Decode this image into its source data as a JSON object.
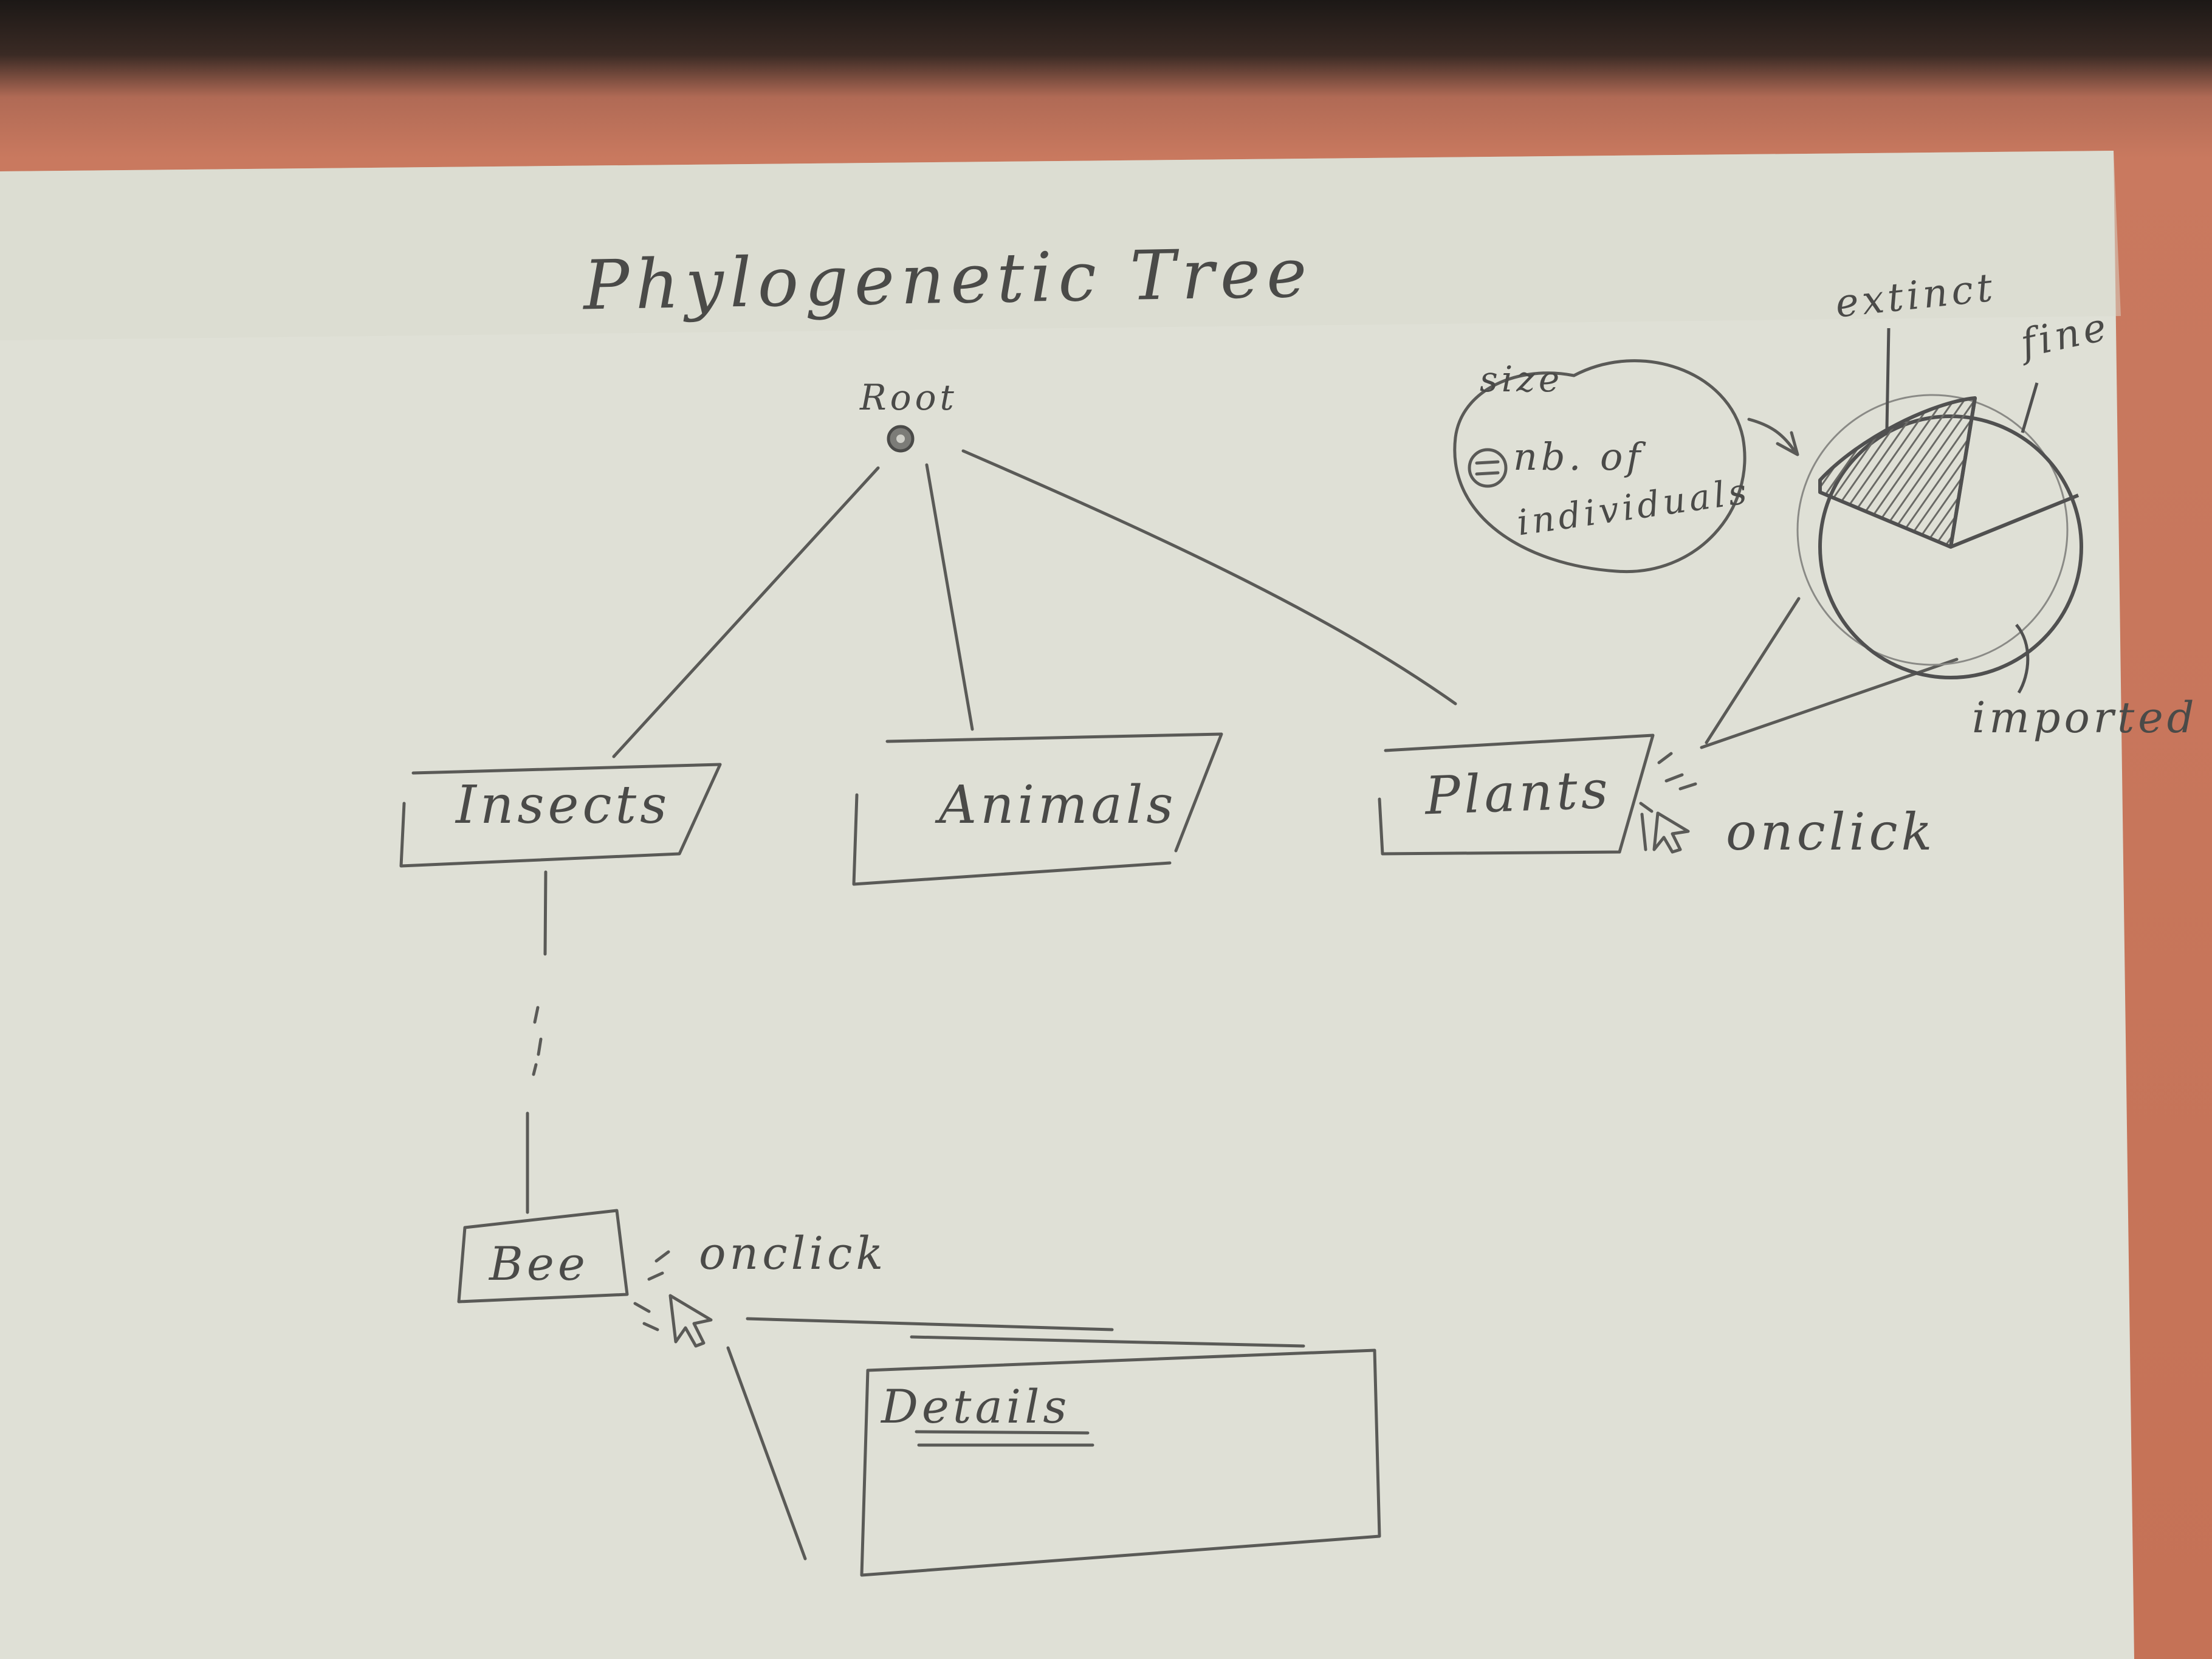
{
  "title": "Phylogenetic Tree",
  "tree": {
    "root_label": "Root",
    "branches": [
      "Insects",
      "Animals",
      "Plants"
    ],
    "leaf_label": "Bee"
  },
  "interactions": {
    "onclick_plants": "onclick",
    "onclick_bee": "onclick"
  },
  "details_panel": {
    "title": "Details"
  },
  "pie_popup": {
    "legend_size": "size",
    "legend_nb": "nb. of",
    "legend_individuals": "individuals",
    "segments": [
      "extinct",
      "fine",
      "imported"
    ]
  },
  "colors": {
    "paper": "#dfe0d6",
    "pencil": "#4a4a48",
    "desk": "#c57256"
  }
}
